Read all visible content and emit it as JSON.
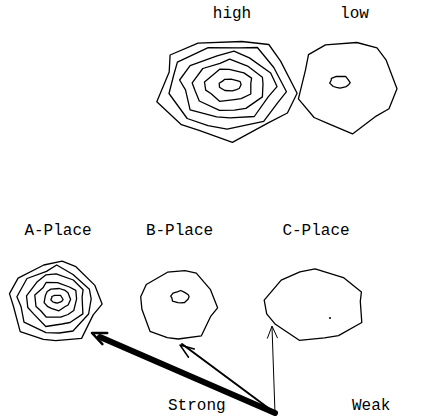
{
  "diagram": {
    "nodes": [
      {
        "text": [
          "high"
        ]
      },
      {
        "text": [
          "low"
        ]
      },
      {
        "text": [
          "A-Place"
        ]
      },
      {
        "text": [
          "B-Place"
        ]
      },
      {
        "text": [
          "C-Place"
        ]
      }
    ],
    "labels": [
      "Strong",
      "Weak"
    ]
  }
}
